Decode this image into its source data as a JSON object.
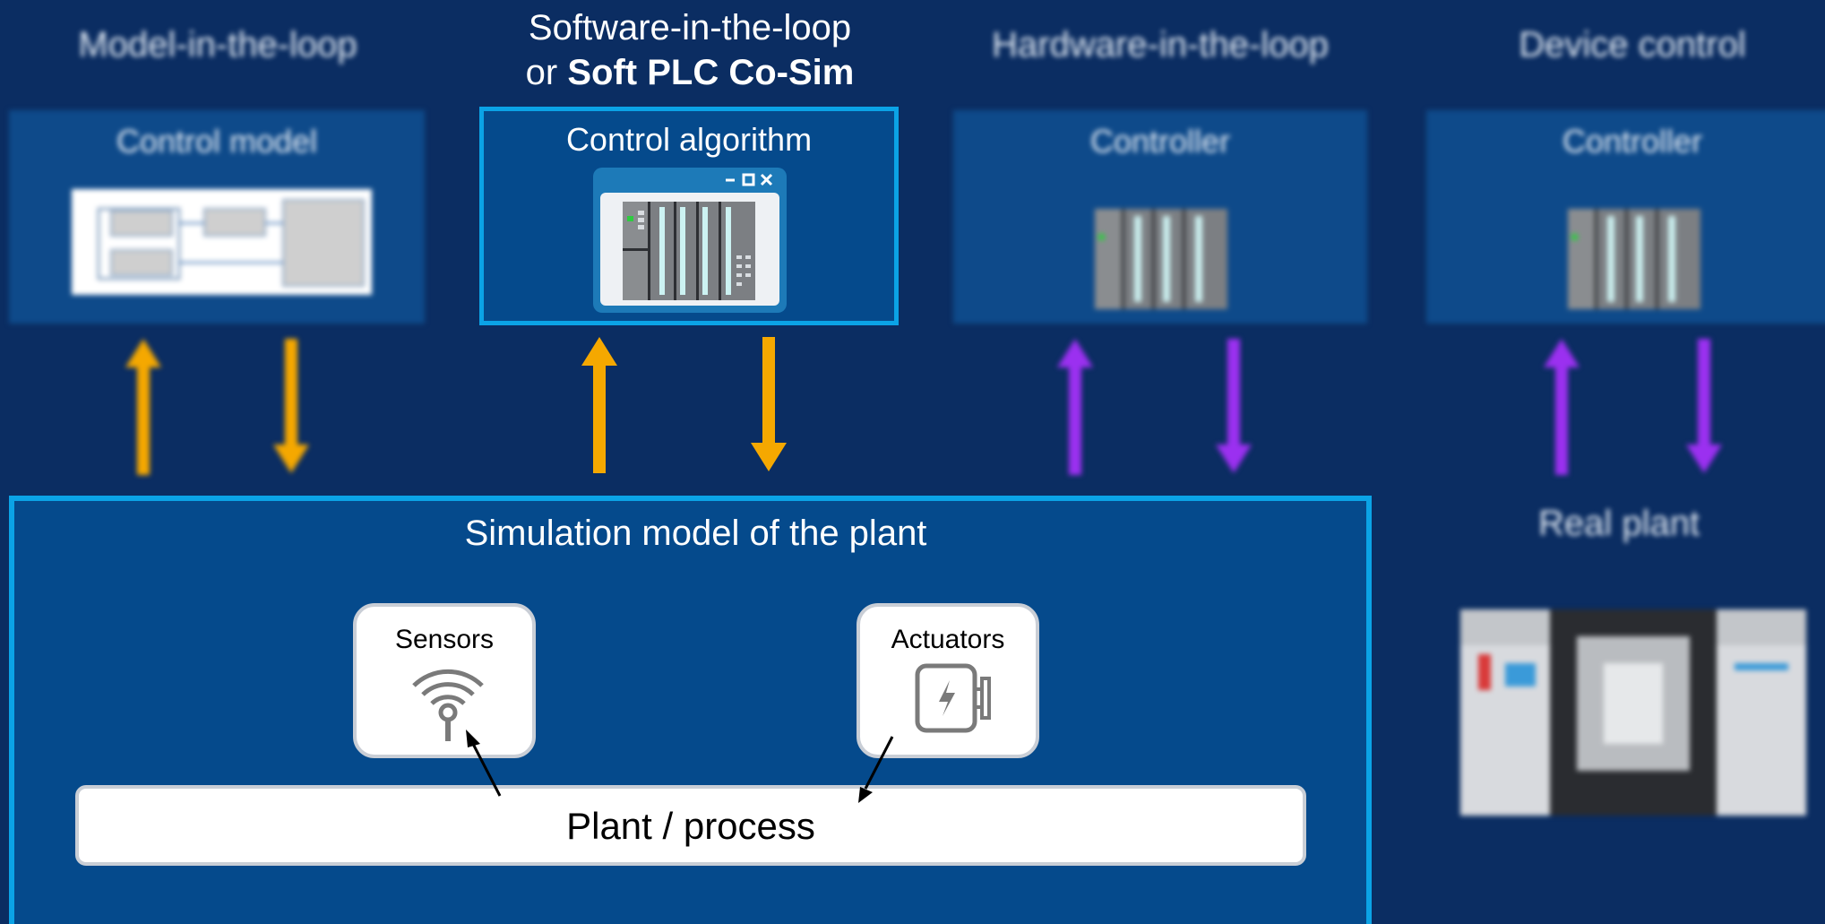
{
  "columns": {
    "mil": {
      "title": "Model-in-the-loop",
      "panel_title": "Control model"
    },
    "sil": {
      "title_line1": "Software-in-the-loop",
      "title_line2_prefix": "or ",
      "title_line2_bold": "Soft PLC Co-Sim",
      "panel_title": "Control algorithm"
    },
    "hil": {
      "title": "Hardware-in-the-loop",
      "panel_title": "Controller"
    },
    "dev": {
      "title": "Device control",
      "panel_title": "Controller",
      "plant_title": "Real plant"
    }
  },
  "simulation": {
    "title": "Simulation model of the plant",
    "sensors_label": "Sensors",
    "actuators_label": "Actuators",
    "plant_label": "Plant / process"
  },
  "colors": {
    "background": "#0b2d62",
    "panel": "#0e4a8a",
    "highlight_border": "#0ba3e6",
    "arrow_orange": "#f5a800",
    "arrow_purple": "#9b30f0"
  },
  "icons": [
    "window-icon",
    "plc-icon",
    "wifi-sensor-icon",
    "actuator-icon",
    "machine-icon",
    "block-diagram-icon"
  ]
}
